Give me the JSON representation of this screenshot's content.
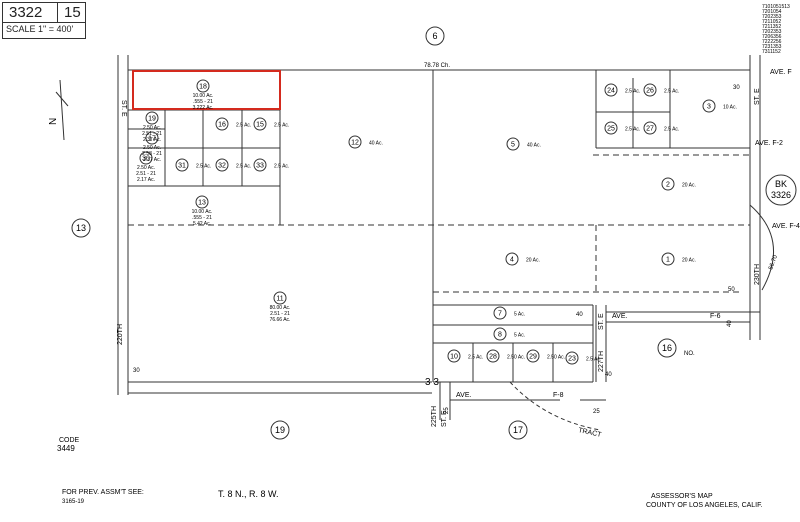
{
  "header": {
    "map_number": "3322",
    "page_number": "15",
    "scale": "SCALE 1\" = 400'"
  },
  "top_right_numbers": [
    "7101051513",
    "7201054",
    "7202353",
    "7211052",
    "7211352",
    "7202353",
    "7206356",
    "7222256",
    "7231353",
    "7311152"
  ],
  "book_ref": {
    "line1": "BK",
    "line2": "3326"
  },
  "north_label": "N",
  "neighbor_blocks": [
    "6",
    "13",
    "19",
    "17",
    "16"
  ],
  "highlighted_parcel": "18",
  "parcels": [
    {
      "number": "18",
      "area": "10.00 Ac.\n.555 - 21\n3.222 Ac."
    },
    {
      "number": "19",
      "area": "2.50 Ac.\n2.51 - 21\n2.37 Ac."
    },
    {
      "number": "17",
      "area": "2.50 Ac.\n2.58 - 21\n2.37 Ac."
    },
    {
      "number": "16",
      "area": "2.5 Ac."
    },
    {
      "number": "15",
      "area": "2.5 Ac."
    },
    {
      "number": "30",
      "area": "2.50 Ac.\n2.51 - 21\n2.17 Ac."
    },
    {
      "number": "31",
      "area": "2.5 Ac."
    },
    {
      "number": "32",
      "area": "2.5 Ac."
    },
    {
      "number": "33",
      "area": "2.5 Ac."
    },
    {
      "number": "13",
      "area": "10.00 Ac.\n.555 - 21\n5.42 Ac."
    },
    {
      "number": "12",
      "area": "40 Ac."
    },
    {
      "number": "11",
      "area": "80.00 Ac.\n2.51 - 21\n76.66 Ac."
    },
    {
      "number": "5",
      "area": "40 Ac."
    },
    {
      "number": "24",
      "area": "2.5 Ac."
    },
    {
      "number": "26",
      "area": "2.5 Ac."
    },
    {
      "number": "25",
      "area": "2.5 Ac."
    },
    {
      "number": "27",
      "area": "2.5 Ac."
    },
    {
      "number": "3",
      "area": "10 Ac."
    },
    {
      "number": "2",
      "area": "20 Ac."
    },
    {
      "number": "4",
      "area": "20 Ac."
    },
    {
      "number": "1",
      "area": "20 Ac."
    },
    {
      "number": "7",
      "area": "5 Ac."
    },
    {
      "number": "8",
      "area": "5 Ac."
    },
    {
      "number": "10",
      "area": "2.5 Ac."
    },
    {
      "number": "28",
      "area": "2.50 Ac."
    },
    {
      "number": "29",
      "area": "2.50 Ac."
    },
    {
      "number": "23",
      "area": "2.5 Ac."
    }
  ],
  "streets": {
    "st_e_left": "ST. E",
    "twentieth": "220TH",
    "ave_f": "AVE. F",
    "ave_f2": "AVE. F-2",
    "ave_f4": "AVE. F-4",
    "st_e_right": "ST. E",
    "two30th": "230TH",
    "ave_f6": "F-6",
    "ave_mid": "AVE.",
    "st_e_mid": "ST. E",
    "two27th": "227TH",
    "two25th": "225TH",
    "st_e_low": "ST. E",
    "ave_low": "AVE.",
    "f8": "F-8",
    "tract": "TRACT",
    "no_label": "NO."
  },
  "dimensions": {
    "top": "78.78 Ch.",
    "d30": "30",
    "d50": "50",
    "d40": "40",
    "d40b": "40",
    "d40c": "40",
    "d25": "25",
    "d25b": "25",
    "d30b": "30",
    "d56": "56.70"
  },
  "township": "T. 8 N., R. 8 W.",
  "section_marker": "3 3",
  "code": {
    "label": "CODE",
    "value": "3449"
  },
  "prev_assmt": {
    "line1": "FOR PREV. ASSM'T SEE:",
    "line2": "3165-19"
  },
  "assessor": {
    "line1": "ASSESSOR'S MAP",
    "line2": "COUNTY OF LOS ANGELES, CALIF."
  },
  "colors": {
    "highlight": "#d42a1e",
    "ink": "#333333",
    "paper": "#ffffff"
  }
}
